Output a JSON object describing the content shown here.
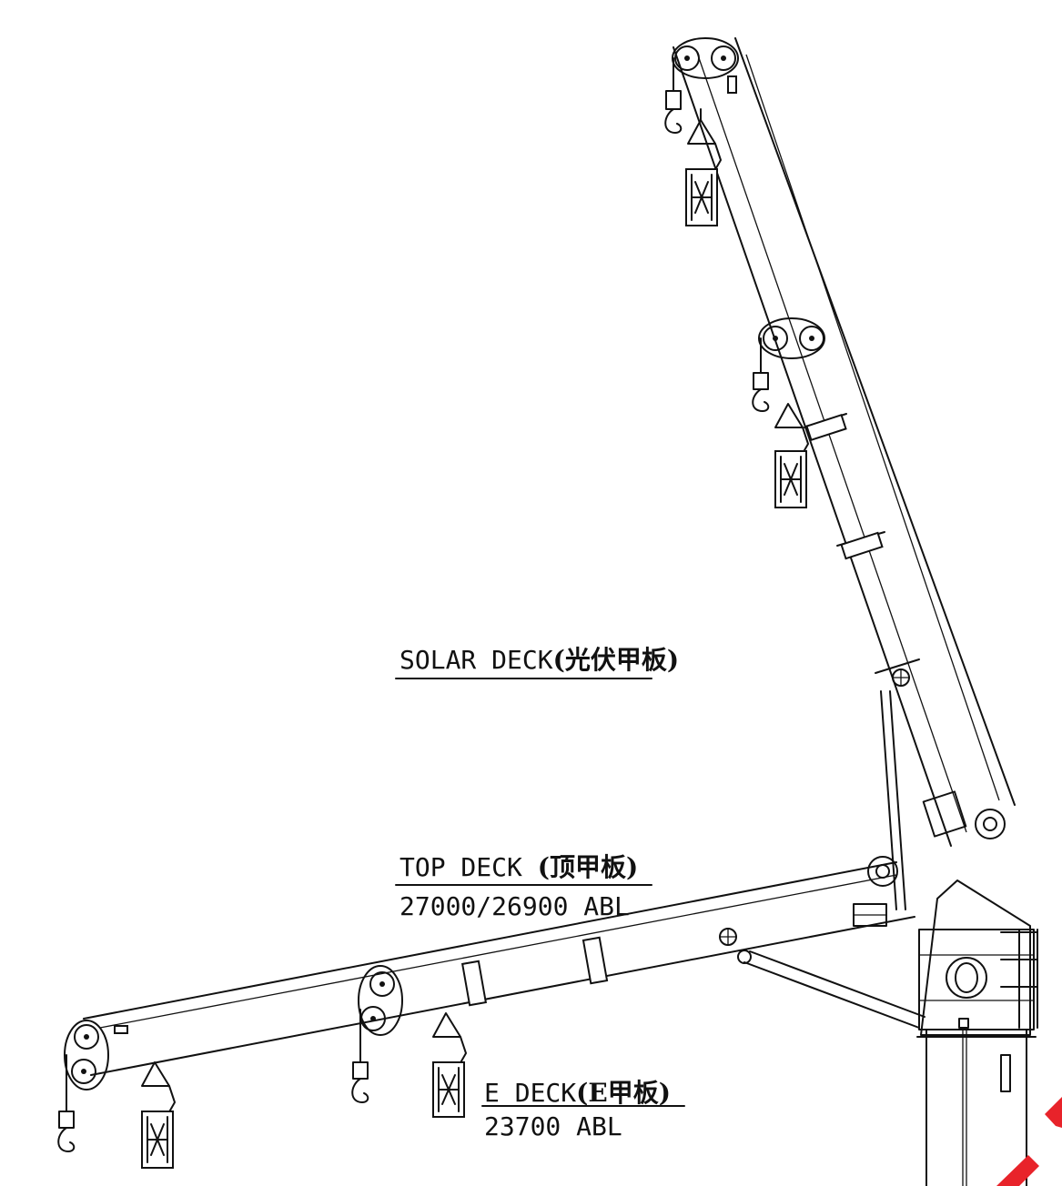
{
  "labels": {
    "solar_deck": {
      "name": "SOLAR DECK",
      "cn": "(光伏甲板)"
    },
    "top_deck": {
      "name": "TOP DECK",
      "cn": "(顶甲板)",
      "level": "27000/26900 ABL"
    },
    "e_deck": {
      "name": "E DECK",
      "cn": "(E甲板)",
      "level": "23700 ABL"
    }
  },
  "colors": {
    "line": "#111111",
    "background": "#ffffff",
    "watermark": "#e8232a"
  }
}
